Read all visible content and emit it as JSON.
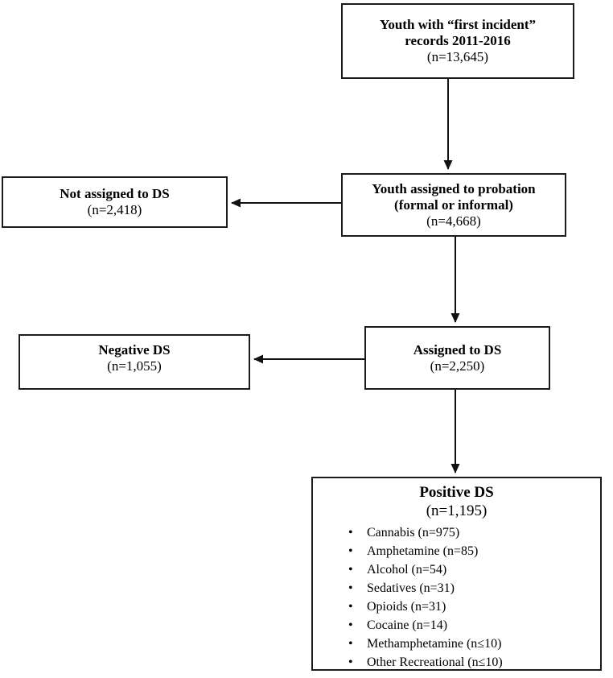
{
  "diagram": {
    "colors": {
      "border": "#1b1b1b",
      "text": "#000000",
      "background": "#ffffff",
      "arrow": "#111111"
    },
    "boxes": {
      "first_incident": {
        "line1": "Youth with “first incident”",
        "line2": "records 2011-2016",
        "n": "(n=13,645)"
      },
      "probation": {
        "line1": "Youth assigned to probation",
        "line2": "(formal or informal)",
        "n": "(n=4,668)"
      },
      "not_assigned": {
        "title": "Not assigned to DS",
        "n": "(n=2,418)"
      },
      "assigned": {
        "title": "Assigned to DS",
        "n": "(n=2,250)"
      },
      "negative": {
        "title": "Negative DS",
        "n": "(n=1,055)"
      },
      "positive": {
        "title": "Positive DS",
        "n": "(n=1,195)",
        "items": [
          "Cannabis (n=975)",
          "Amphetamine (n=85)",
          "Alcohol (n=54)",
          "Sedatives (n=31)",
          "Opioids (n=31)",
          "Cocaine (n=14)",
          "Methamphetamine (n≤10)",
          "Other Recreational (n≤10)"
        ]
      }
    }
  }
}
